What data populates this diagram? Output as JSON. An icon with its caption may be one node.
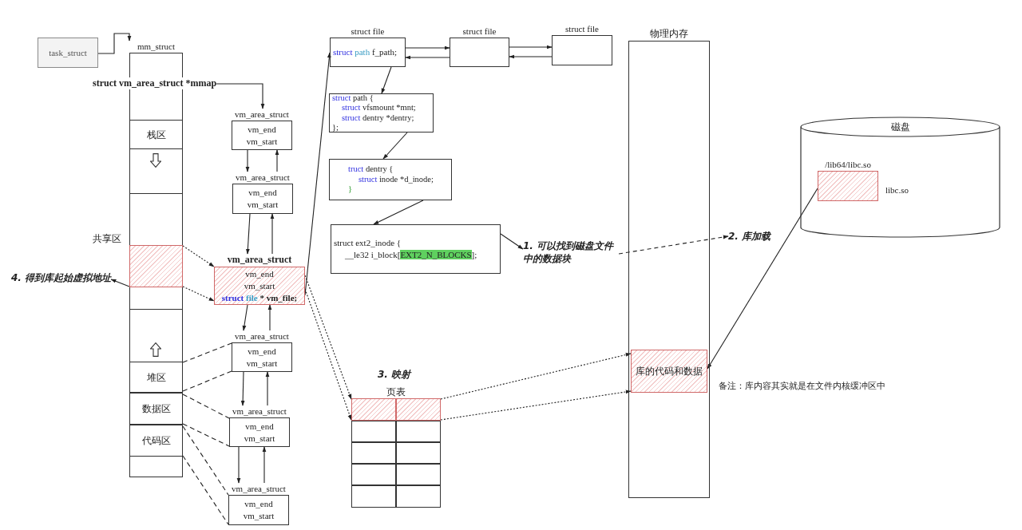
{
  "diagram": {
    "nodes": [
      {
        "text": [
          "task_struct"
        ]
      },
      {
        "text": [
          "mm_struct"
        ]
      },
      {
        "text": [
          "struct vm_area_struct *mmap"
        ]
      },
      {
        "text": [
          "栈区"
        ],
        "in": 1
      },
      {
        "text": [],
        "shape": "box",
        "in": 1,
        "beside": [
          "共享区"
        ]
      },
      {
        "text": [
          "堆区"
        ],
        "in": 1
      },
      {
        "text": [
          "数据区"
        ],
        "in": 1
      },
      {
        "text": [
          "代码区"
        ],
        "in": 1
      },
      {
        "text": [
          "4. 得到库起始虚拟地址"
        ]
      },
      {
        "text": [
          "vm_area_struct",
          "vm_end",
          "vm_start"
        ]
      },
      {
        "text": [
          "vm_area_struct",
          "vm_end",
          "vm_start"
        ]
      },
      {
        "text": [
          "vm_area_struct",
          "vm_end",
          "vm_start",
          "struct file * vm_file;"
        ]
      },
      {
        "text": [
          "vm_area_struct",
          "vm_end",
          "vm_start"
        ]
      },
      {
        "text": [
          "vm_area_struct",
          "vm_end",
          "vm_start"
        ]
      },
      {
        "text": [
          "vm_area_struct",
          "vm_end",
          "vm_start"
        ]
      },
      {
        "text": [
          "struct file",
          "struct path f_path;"
        ]
      },
      {
        "text": [
          "struct file"
        ]
      },
      {
        "text": [
          "struct file"
        ]
      },
      {
        "text": [
          "struct path {",
          "struct vfsmount *mnt;",
          "struct dentry *dentry;",
          "};"
        ]
      },
      {
        "text": [
          "truct dentry {",
          "struct inode *d_inode;",
          "}"
        ]
      },
      {
        "text": [
          "struct ext2_inode {",
          "__le32 i_block[EXT2_N_BLOCKS];"
        ]
      },
      {
        "text": [
          "1. 可以找到磁盘文件中的数据块"
        ]
      },
      {
        "text": [
          "2. 库加载"
        ]
      },
      {
        "text": [
          "物理内存"
        ]
      },
      {
        "text": [
          "库的代码和数据"
        ],
        "in": 23
      },
      {
        "text": [
          "磁盘"
        ]
      },
      {
        "text": [
          "/lib64/libc.so"
        ],
        "in": 25,
        "beside": [
          "libc.so"
        ]
      },
      {
        "text": [
          "页表"
        ]
      },
      {
        "text": [],
        "shape": "box",
        "in": 27
      },
      {
        "text": [],
        "shape": "box",
        "in": 27
      },
      {
        "text": [],
        "shape": "box",
        "in": 27
      },
      {
        "text": [],
        "shape": "box",
        "in": 27
      },
      {
        "text": [],
        "shape": "box",
        "in": 27
      },
      {
        "text": [],
        "shape": "box",
        "in": 27
      },
      {
        "text": [],
        "shape": "box",
        "in": 27
      },
      {
        "text": [],
        "shape": "box",
        "in": 27
      },
      {
        "text": [],
        "shape": "box",
        "in": 27
      },
      {
        "text": [],
        "shape": "box",
        "in": 27
      }
    ],
    "edges": [
      {
        "from": 0,
        "to": 1,
        "arrow": "to"
      },
      {
        "from": 2,
        "to": 9,
        "arrow": "to"
      },
      {
        "from": 9,
        "to": 10,
        "arrow": "to"
      },
      {
        "from": 10,
        "to": 9,
        "arrow": "to"
      },
      {
        "from": 10,
        "to": 11,
        "arrow": "to"
      },
      {
        "from": 11,
        "to": 10,
        "arrow": "to"
      },
      {
        "from": 11,
        "to": 12,
        "arrow": "to"
      },
      {
        "from": 12,
        "to": 11,
        "arrow": "to"
      },
      {
        "from": 12,
        "to": 13,
        "arrow": "to"
      },
      {
        "from": 13,
        "to": 12,
        "arrow": "to"
      },
      {
        "from": 13,
        "to": 14,
        "arrow": "to"
      },
      {
        "from": 14,
        "to": 13,
        "arrow": "to"
      },
      {
        "from": 4,
        "to": 11,
        "arrow": "to",
        "style": "dashed"
      },
      {
        "from": 4,
        "to": 11,
        "arrow": "to",
        "style": "dashed"
      },
      {
        "from": 4,
        "to": 8,
        "arrow": "to"
      },
      {
        "from": 5,
        "to": 12,
        "arrow": "none",
        "style": "dashed"
      },
      {
        "from": 5,
        "to": 12,
        "arrow": "none",
        "style": "dashed"
      },
      {
        "from": 6,
        "to": 13,
        "arrow": "none",
        "style": "dashed"
      },
      {
        "from": 6,
        "to": 13,
        "arrow": "none",
        "style": "dashed"
      },
      {
        "from": 7,
        "to": 14,
        "arrow": "none",
        "style": "dashed"
      },
      {
        "from": 7,
        "to": 14,
        "arrow": "none",
        "style": "dashed"
      },
      {
        "from": 11,
        "to": 15,
        "arrow": "to"
      },
      {
        "from": 15,
        "to": 16,
        "arrow": "to"
      },
      {
        "from": 16,
        "to": 15,
        "arrow": "to"
      },
      {
        "from": 16,
        "to": 17,
        "arrow": "to"
      },
      {
        "from": 17,
        "to": 16,
        "arrow": "to"
      },
      {
        "from": 15,
        "to": 18,
        "arrow": "to"
      },
      {
        "from": 18,
        "to": 19,
        "arrow": "to"
      },
      {
        "from": 19,
        "to": 20,
        "arrow": "to"
      },
      {
        "from": 20,
        "to": 21,
        "arrow": "to"
      },
      {
        "from": 21,
        "to": 22,
        "arrow": "to",
        "style": "dashed"
      },
      {
        "from": 11,
        "to": 28,
        "arrow": "to",
        "style": "dashed"
      },
      {
        "from": 11,
        "to": 28,
        "arrow": "to",
        "style": "dashed"
      },
      {
        "from": 29,
        "to": 24,
        "arrow": "to",
        "style": "dashed"
      },
      {
        "from": 29,
        "to": 24,
        "arrow": "to",
        "style": "dashed"
      },
      {
        "from": 26,
        "to": 24,
        "arrow": "to"
      }
    ],
    "labels": [
      "3. 映射",
      "备注：库内容其实就是在文件内核缓冲区中"
    ]
  }
}
